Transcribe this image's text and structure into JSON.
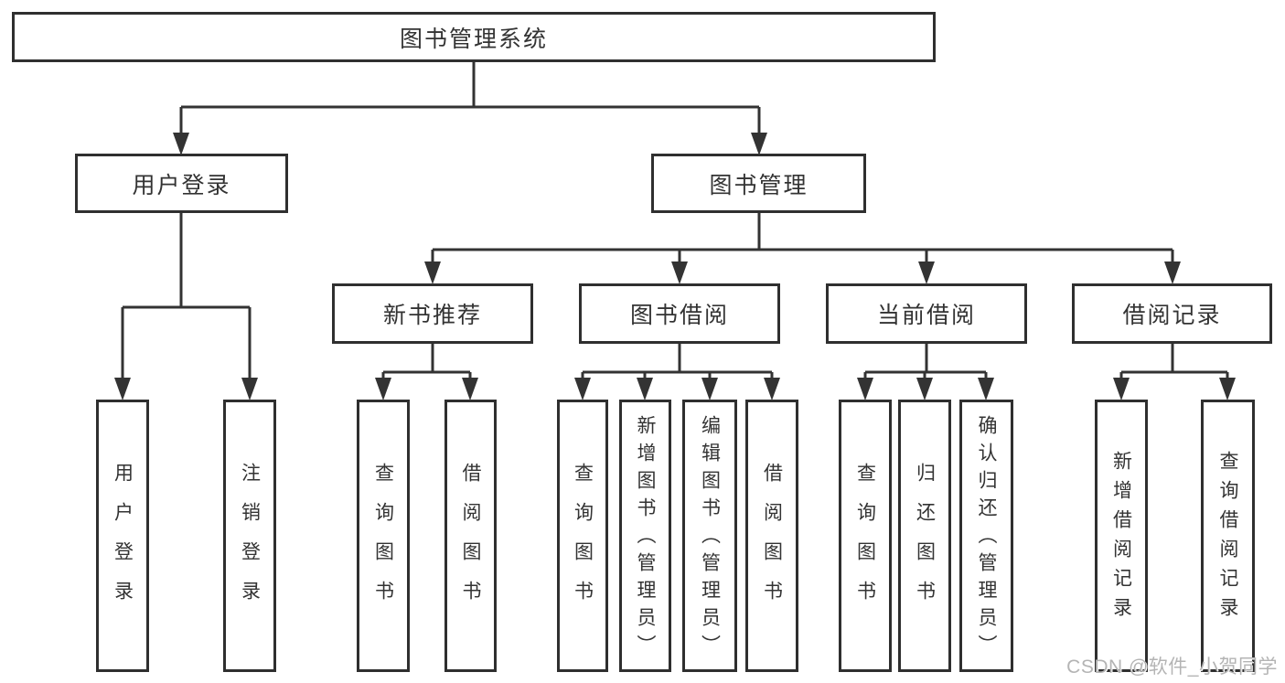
{
  "diagram_type": "hierarchy-tree",
  "colors": {
    "background": "#ffffff",
    "line": "#333333",
    "box_border": "#2f2f2f",
    "text": "#333333",
    "watermark": "#b4b4b4"
  },
  "watermark": {
    "text": "CSDN @软件_小贺同学"
  },
  "tree": {
    "label": "图书管理系统",
    "children": [
      {
        "label": "用户登录",
        "children": [
          {
            "label": "用户登录"
          },
          {
            "label": "注销登录"
          }
        ]
      },
      {
        "label": "图书管理",
        "children": [
          {
            "label": "新书推荐",
            "children": [
              {
                "label": "查询图书"
              },
              {
                "label": "借阅图书"
              }
            ]
          },
          {
            "label": "图书借阅",
            "children": [
              {
                "label": "查询图书"
              },
              {
                "label": "新增图书（管理员）"
              },
              {
                "label": "编辑图书（管理员）"
              },
              {
                "label": "借阅图书"
              }
            ]
          },
          {
            "label": "当前借阅",
            "children": [
              {
                "label": "查询图书"
              },
              {
                "label": "归还图书"
              },
              {
                "label": "确认归还（管理员）"
              }
            ]
          },
          {
            "label": "借阅记录",
            "children": [
              {
                "label": "新增借阅记录"
              },
              {
                "label": "查询借阅记录"
              }
            ]
          }
        ]
      }
    ]
  }
}
